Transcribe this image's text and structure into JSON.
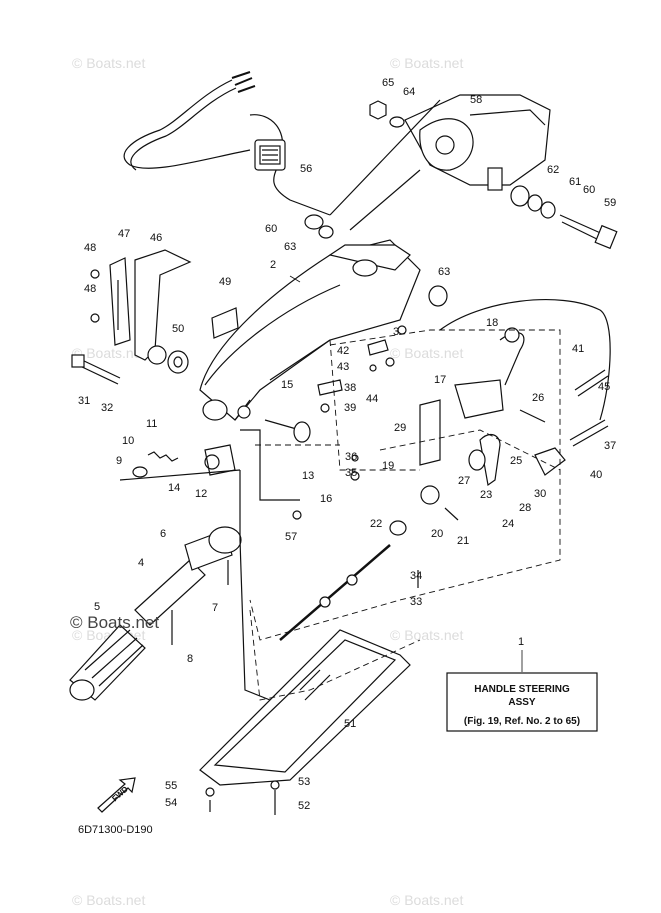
{
  "watermark": "© Boats.net",
  "watermark_dark": "© Boats.net",
  "diagram_code": "6D71300-D190",
  "fwd_label": "FWD",
  "assy_box": {
    "ref": "1",
    "line1": "HANDLE STEERING",
    "line2": "ASSY",
    "line3": "(Fig. 19, Ref. No. 2 to 65)"
  },
  "callouts": [
    "2",
    "3",
    "4",
    "5",
    "6",
    "7",
    "8",
    "9",
    "10",
    "11",
    "12",
    "13",
    "14",
    "15",
    "16",
    "17",
    "18",
    "19",
    "20",
    "21",
    "22",
    "23",
    "24",
    "25",
    "26",
    "27",
    "28",
    "29",
    "30",
    "31",
    "32",
    "33",
    "34",
    "35",
    "36",
    "37",
    "38",
    "39",
    "40",
    "41",
    "42",
    "43",
    "44",
    "45",
    "46",
    "47",
    "48",
    "48",
    "49",
    "50",
    "51",
    "52",
    "53",
    "54",
    "55",
    "56",
    "57",
    "58",
    "59",
    "60",
    "60",
    "61",
    "62",
    "63",
    "63",
    "64",
    "65"
  ]
}
